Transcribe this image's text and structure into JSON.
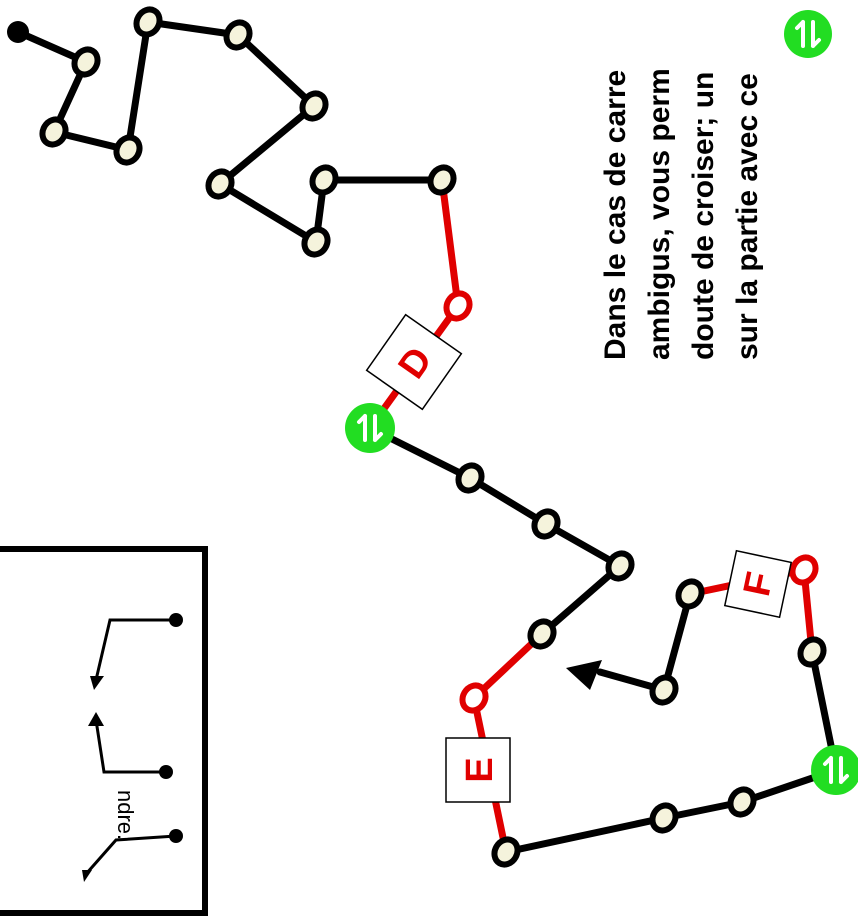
{
  "note": {
    "lines": [
      "Dans le cas de carre",
      "ambigus, vous perm",
      "doute de croiser; un",
      "sur la partie avec ce"
    ]
  },
  "labels": {
    "d": "D",
    "e": "E",
    "f": "F"
  },
  "legend": {
    "fragment": "ndre."
  },
  "colors": {
    "path_black": "#000000",
    "path_red": "#e00000",
    "node_fill": "#f5f3dc",
    "marker_green": "#22dd22"
  },
  "icons": {
    "swap_marker": "two-way-arrows-icon",
    "direction_arrow": "arrow-head-icon"
  }
}
